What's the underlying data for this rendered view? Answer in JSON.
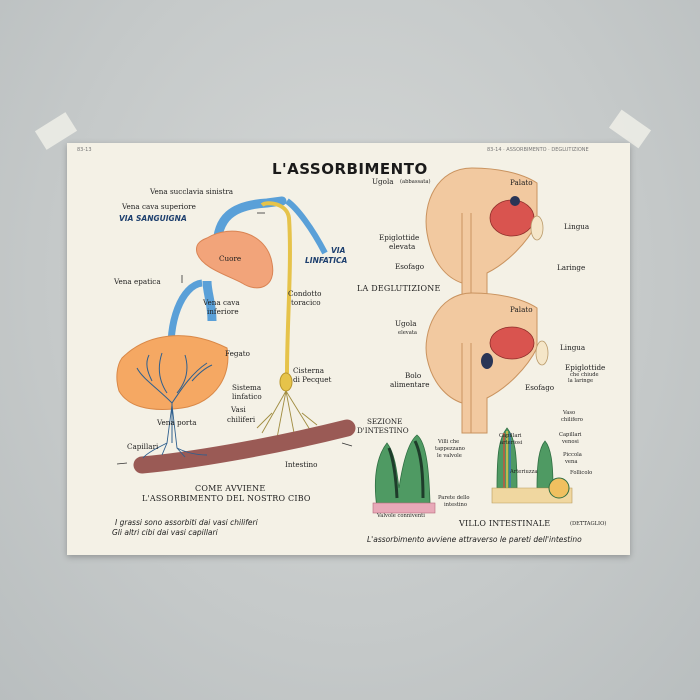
{
  "poster": {
    "code_left": "83-13",
    "code_right": "83-14 · ASSORBIMENTO · DEGLUTIZIONE",
    "title": "L'ASSORBIMENTO",
    "circulation_labels": {
      "vena_succlavia": "Vena succlavia sinistra",
      "vena_cava_sup": "Vena cava superiore",
      "via_sanguigna": "VIA SANGUIGNA",
      "cuore": "Cuore",
      "via_linfatica_1": "VIA",
      "via_linfatica_2": "LINFATICA",
      "vena_epatica": "Vena epatica",
      "vena_cava_inf_1": "Vena cava",
      "vena_cava_inf_2": "inferiore",
      "condotto_1": "Condotto",
      "condotto_2": "toracico",
      "fegato": "Fegato",
      "sistema_1": "Sistema",
      "sistema_2": "linfatico",
      "cisterna_1": "Cisterna",
      "cisterna_2": "di Pecquet",
      "vasi_chiliferi_1": "Vasi",
      "vasi_chiliferi_2": "chiliferi",
      "vena_porta": "Vena porta",
      "capillari": "Capillari",
      "intestino": "Intestino"
    },
    "caption_main_1": "COME AVVIENE",
    "caption_main_2": "L'ASSORBIMENTO DEL NOSTRO CIBO",
    "note_left_1": "I grassi sono assorbiti dai vasi chiliferi",
    "note_left_2": "Gli altri cibi dai vasi capillari",
    "swallow_top": {
      "ugola": "Ugola",
      "ugola_note": "(abbassata)",
      "palato": "Palato",
      "epiglottide_1": "Epiglottide",
      "epiglottide_2": "elevata",
      "lingua": "Lingua",
      "esofago": "Esofago",
      "laringe": "Laringe"
    },
    "deglutizione_title": "LA DEGLUTIZIONE",
    "swallow_bottom": {
      "palato": "Palato",
      "ugola": "Ugola",
      "ugola_note": "elevata",
      "lingua": "Lingua",
      "bolo_1": "Bolo",
      "bolo_2": "alimentare",
      "epiglottide_1": "Epiglottide",
      "epiglottide_2": "che chiude",
      "epiglottide_3": "la laringe",
      "esofago": "Esofago"
    },
    "section": {
      "title_1": "SEZIONE",
      "title_2": "D'INTESTINO",
      "villi_1": "Villi che",
      "villi_2": "tappezzano",
      "villi_3": "le valvole",
      "parete_1": "Parete dello",
      "parete_2": "intestino",
      "valvole": "Valvole conniventi"
    },
    "villo": {
      "vaso_1": "Vaso",
      "vaso_2": "chilifero",
      "capillari_art_1": "Capillari",
      "capillari_art_2": "arteriosi",
      "capillari_ven_1": "Capillari",
      "capillari_ven_2": "venosi",
      "piccola_1": "Piccola",
      "piccola_2": "vena",
      "arteriuzza": "Arteriuzza",
      "follicolo": "Follicolo",
      "title": "VILLO INTESTINALE",
      "title_note": "(DETTAGLIO)"
    },
    "note_bottom": "L'assorbimento avviene attraverso le pareti dell'intestino"
  },
  "colors": {
    "paper": "#f4f1e6",
    "vein_blue": "#5aa0d8",
    "heart": "#f2a47a",
    "liver": "#f5a863",
    "lymph": "#e6c34a",
    "intestine": "#9a5a55",
    "mouth": "#f2c9a0",
    "tongue": "#d9544f",
    "villi_green": "#4f9a63"
  }
}
